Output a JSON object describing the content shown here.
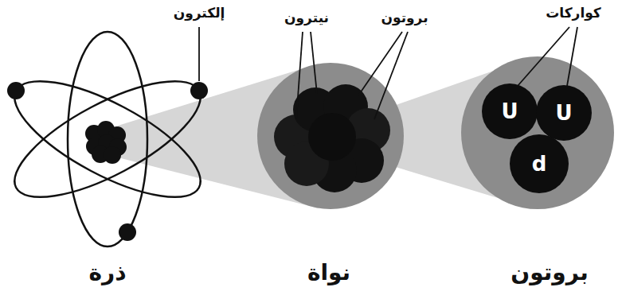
{
  "diagram": {
    "nodes": [
      {
        "text": [
          "U"
        ]
      },
      {
        "text": [
          "U"
        ]
      },
      {
        "text": [
          "d"
        ]
      }
    ],
    "labels": [
      "إلكترون",
      "نيترون",
      "بروتون",
      "كواركات",
      "ذرة",
      "نواة",
      "بروتون"
    ]
  }
}
